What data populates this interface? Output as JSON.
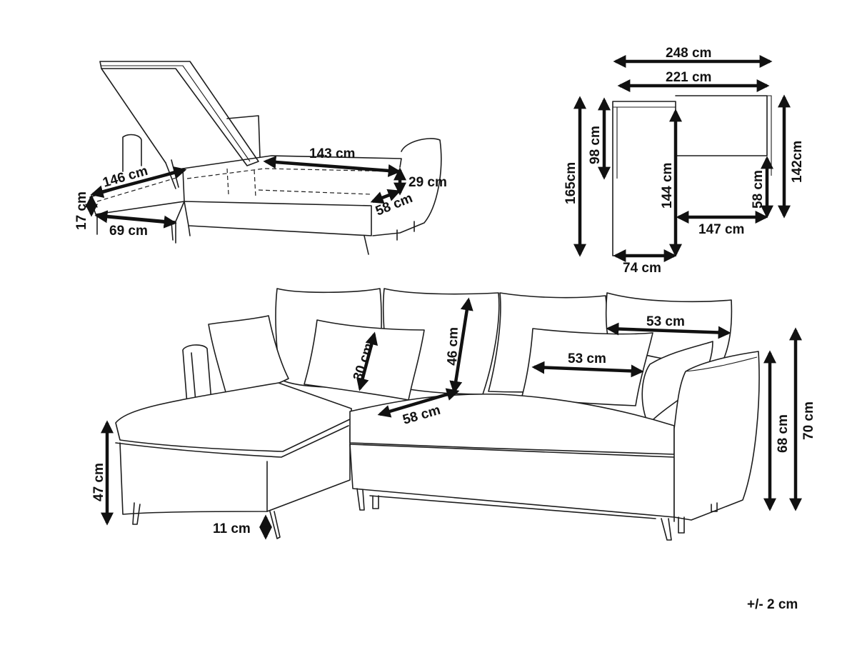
{
  "dimensions": {
    "top_left": {
      "bed_length": "143 cm",
      "storage_length": "146 cm",
      "storage_depth": "17 cm",
      "storage_width": "69 cm",
      "bed_height": "29 cm",
      "bed_depth": "58 cm"
    },
    "top_right": {
      "total_width": "248 cm",
      "inner_width": "221 cm",
      "seat_depth_left": "98 cm",
      "chaise_length": "165cm",
      "chaise_inner": "144 cm",
      "depth_right": "142cm",
      "seat_depth_right": "58 cm",
      "main_width": "147 cm",
      "chaise_width": "74 cm"
    },
    "front": {
      "cushion_small": "30 cm",
      "cushion_back": "46 cm",
      "seat_depth": "58 cm",
      "cushion_width_1": "53 cm",
      "cushion_width_2": "53 cm",
      "arm_height": "68 cm",
      "total_height": "70 cm",
      "seat_height": "47 cm",
      "leg_height": "11 cm"
    }
  },
  "tolerance": "+/- 2 cm"
}
